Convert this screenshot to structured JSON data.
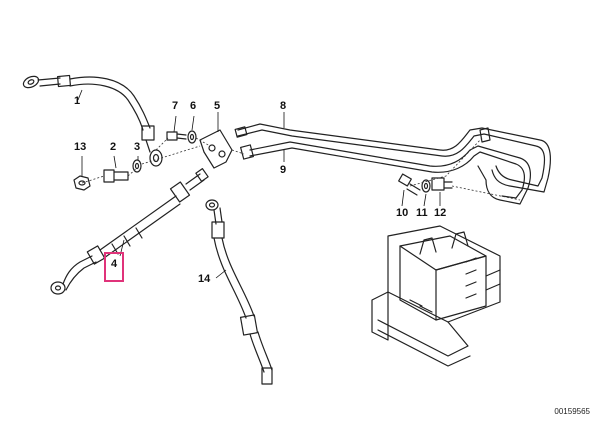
{
  "diagram": {
    "callouts": [
      "1",
      "2",
      "3",
      "4",
      "5",
      "6",
      "7",
      "8",
      "9",
      "10",
      "11",
      "12",
      "13",
      "14"
    ],
    "highlighted": "4",
    "doc_id": "00159565",
    "colors": {
      "line": "#222222",
      "highlight": "#e0337a"
    }
  }
}
